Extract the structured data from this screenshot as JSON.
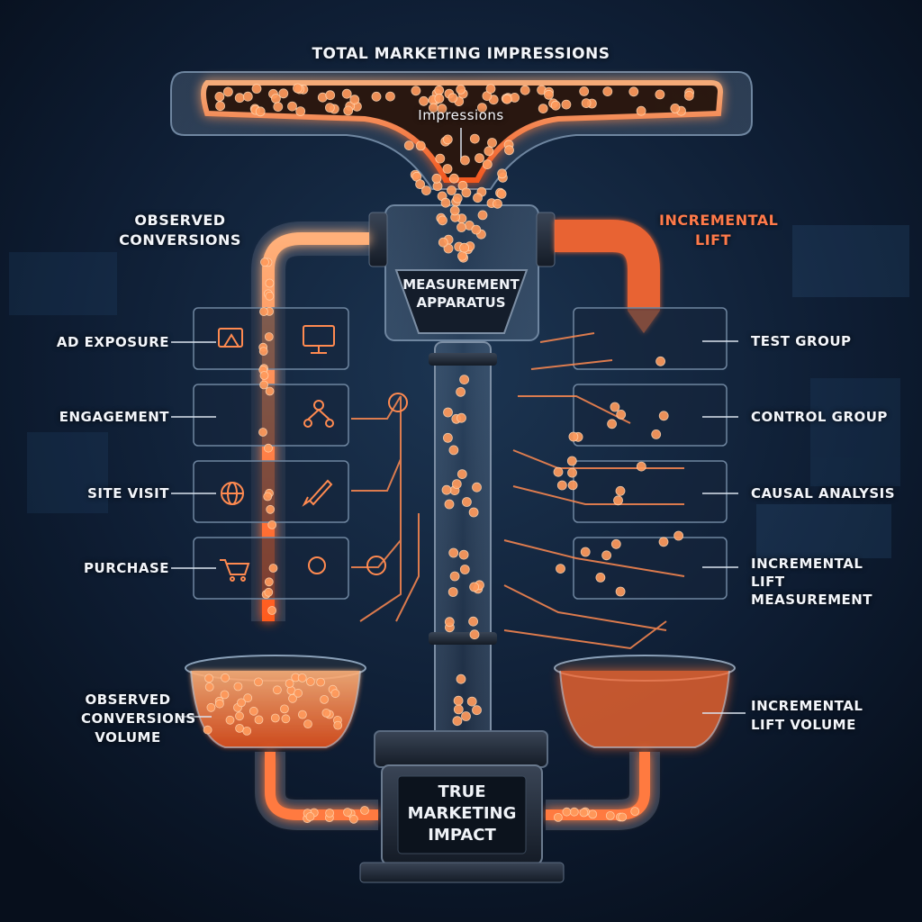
{
  "title": "TOTAL MARKETING IMPRESSIONS",
  "impressions_label": "Impressions",
  "observed_conversions": "OBSERVED CONVERSIONS",
  "incremental_lift": "INCREMENTAL LIFT",
  "measurement_apparatus": "MEASUREMENT APPARATUS",
  "left_steps": [
    "AD EXPOSURE",
    "ENGAGEMENT",
    "SITE VISIT",
    "PURCHASE"
  ],
  "right_steps": [
    "TEST GROUP",
    "CONTROL GROUP",
    "CAUSAL ANALYSIS",
    "INCREMENTAL LIFT MEASUREMENT"
  ],
  "observed_volume": "OBSERVED CONVERSIONS VOLUME",
  "incremental_volume": "INCREMENTAL LIFT VOLUME",
  "true_impact": "TRUE MARKETING IMPACT",
  "colors": {
    "background": "#0a1628",
    "glow": "#ff7a3c",
    "accent_text": "#ff7a4a",
    "glass": "#9fb3c8"
  },
  "icons": [
    "ad-screen-icon",
    "monitor-icon",
    "network-icon",
    "globe-icon",
    "rocket-icon",
    "cart-icon",
    "coin-icon"
  ]
}
